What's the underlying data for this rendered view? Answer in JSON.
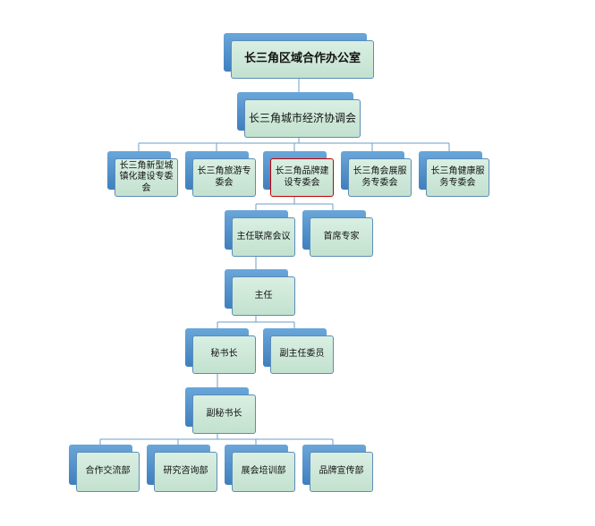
{
  "nodes": {
    "office": "长三角区域合作办公室",
    "council": "长三角城市经济协调会",
    "c_town": "长三角新型城镇化建设专委会",
    "c_tour": "长三角旅游专委会",
    "c_brand": "长三角品牌建设专委会",
    "c_expo": "长三角会展服务专委会",
    "c_health": "长三角健康服务专委会",
    "joint_meeting": "主任联席会议",
    "chief_expert": "首席专家",
    "director": "主任",
    "secretary_general": "秘书长",
    "deputy_director": "副主任委员",
    "deputy_sg": "副秘书长",
    "d_coop": "合作交流部",
    "d_research": "研究咨询部",
    "d_expo": "展会培训部",
    "d_brand": "品牌宣传部"
  },
  "colors": {
    "back": "#4a8ccc",
    "front": "#c9e6d5",
    "line": "#6d9ec9",
    "highlight": "#c00000"
  }
}
